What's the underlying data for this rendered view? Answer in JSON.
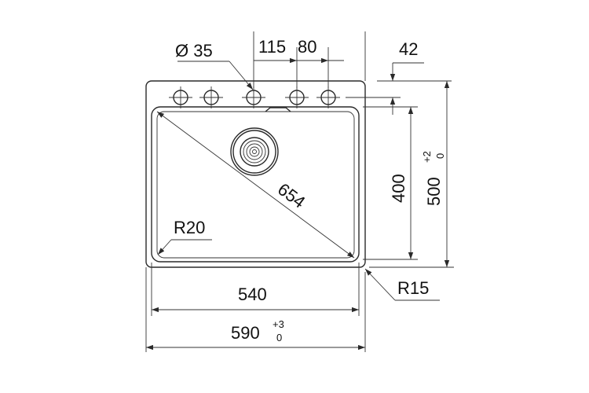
{
  "drawing": {
    "dimensions": {
      "tap_hole_diameter": "Ø 35",
      "tap_spacing_1": "115",
      "tap_spacing_2": "80",
      "edge_offset": "42",
      "diagonal": "654",
      "corner_radius_inner": "R20",
      "corner_radius_outer": "R15",
      "bowl_width": "540",
      "overall_width": "590",
      "overall_width_tol_plus": "+3",
      "overall_width_tol_minus": "0",
      "bowl_depth": "400",
      "overall_depth": "500",
      "overall_depth_tol_plus": "+2",
      "overall_depth_tol_minus": "0"
    },
    "colors": {
      "line": "#2a2a2a",
      "text": "#111111",
      "background": "#ffffff"
    }
  }
}
